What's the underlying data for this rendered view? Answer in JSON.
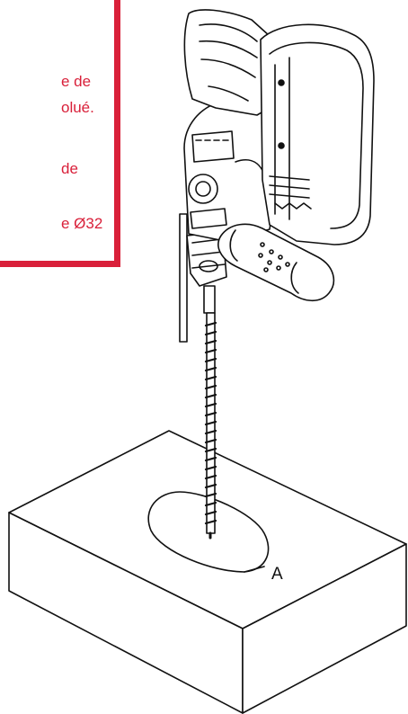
{
  "callout": {
    "lines": [
      "e de",
      "olué.",
      "de",
      "e Ø32"
    ],
    "border_color": "#d9203a",
    "text_color": "#d9203a"
  },
  "figure": {
    "hole_label": "A",
    "icons": [
      "rotary-hammer-drill-icon",
      "drill-bit-icon",
      "side-handle-icon",
      "battery-pack-icon",
      "workpiece-block-icon"
    ]
  }
}
